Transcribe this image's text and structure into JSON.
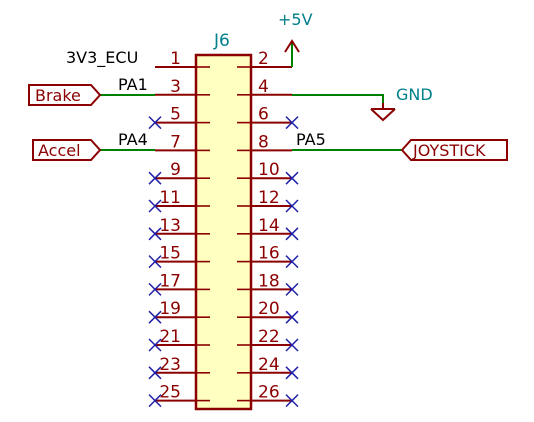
{
  "connector": {
    "ref": "J6",
    "pins_left": [
      "1",
      "3",
      "5",
      "7",
      "9",
      "11",
      "13",
      "15",
      "17",
      "19",
      "21",
      "23",
      "25"
    ],
    "pins_right": [
      "2",
      "4",
      "6",
      "8",
      "10",
      "12",
      "14",
      "16",
      "18",
      "20",
      "22",
      "24",
      "26"
    ]
  },
  "nets": {
    "p1": "3V3_ECU",
    "p3": "PA1",
    "p7": "PA4",
    "p8": "PA5"
  },
  "ports": {
    "brake": "Brake",
    "accel": "Accel",
    "joystick": "JOYSTICK"
  },
  "power": {
    "vcc": "+5V",
    "gnd": "GND"
  },
  "no_connect_left": [
    5,
    9,
    11,
    13,
    15,
    17,
    19,
    21,
    23,
    25
  ],
  "no_connect_right": [
    6,
    10,
    12,
    14,
    16,
    18,
    20,
    22,
    24,
    26
  ],
  "colors": {
    "symbol": "#8b0000",
    "wire": "#008000",
    "label": "#00808a",
    "noconnect": "#1f1fa8",
    "netlabel": "#000000"
  }
}
